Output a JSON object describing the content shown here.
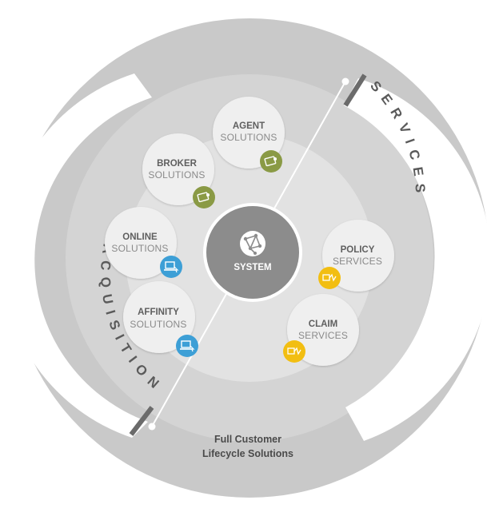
{
  "colors": {
    "outer_ring": "#c9c9c9",
    "middle_ring": "#dadada",
    "inner_disc": "#e6e6e6",
    "node_fill": "#efefef",
    "center_fill": "#8c8c8c",
    "olive": "#8a9a45",
    "blue": "#3d9fd6",
    "yellow": "#f2be12",
    "line": "#ffffff",
    "bar_dark": "#6b6b6b"
  },
  "arcs": {
    "acquisition": "ACQUISITION",
    "services": "SERVICES"
  },
  "center": {
    "label": "SYSTEM",
    "icon": "globe-network-icon"
  },
  "nodes": [
    {
      "id": "agent",
      "title": "AGENT",
      "subtitle": "SOLUTIONS",
      "badge": "olive",
      "icon": "tablet-touch-icon"
    },
    {
      "id": "broker",
      "title": "BROKER",
      "subtitle": "SOLUTIONS",
      "badge": "olive",
      "icon": "tablet-touch-icon"
    },
    {
      "id": "online",
      "title": "ONLINE",
      "subtitle": "SOLUTIONS",
      "badge": "blue",
      "icon": "laptop-touch-icon"
    },
    {
      "id": "affinity",
      "title": "AFFINITY",
      "subtitle": "SOLUTIONS",
      "badge": "blue",
      "icon": "laptop-touch-icon"
    },
    {
      "id": "policy",
      "title": "POLICY",
      "subtitle": "SERVICES",
      "badge": "yellow",
      "icon": "truck-pulse-icon"
    },
    {
      "id": "claim",
      "title": "CLAIM",
      "subtitle": "SERVICES",
      "badge": "yellow",
      "icon": "truck-pulse-icon"
    }
  ],
  "footer": {
    "line1": "Full Customer",
    "line2": "Lifecycle Solutions"
  }
}
